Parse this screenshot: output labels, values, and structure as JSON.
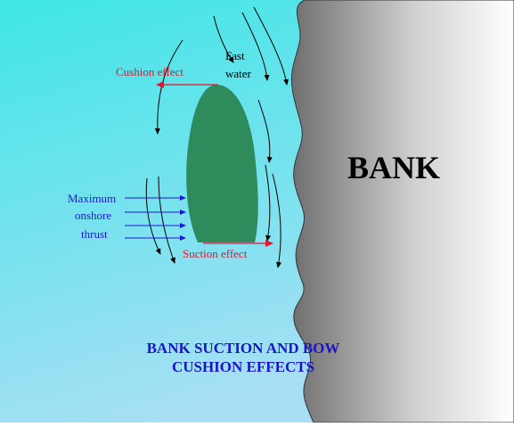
{
  "bank_label": "BANK",
  "labels": {
    "cushion_effect": "Cushion effect",
    "fast_water": [
      "Fast",
      "water"
    ],
    "max_thrust": [
      "Maximum",
      "onshore",
      "thrust"
    ],
    "suction_effect": "Suction effect"
  },
  "title": [
    "BANK SUCTION AND BOW",
    "CUSHION EFFECTS"
  ],
  "colors": {
    "water_top": "#3fe6e6",
    "water_bottom": "#a9dff5",
    "ship_hull": "#2e8c5c",
    "bank_light": "#ffffff",
    "bank_dark": "#6e6e6e",
    "effect_arrows": "#e8142c",
    "thrust_arrows": "#1d17d8",
    "flow_arrows": "#000000"
  }
}
